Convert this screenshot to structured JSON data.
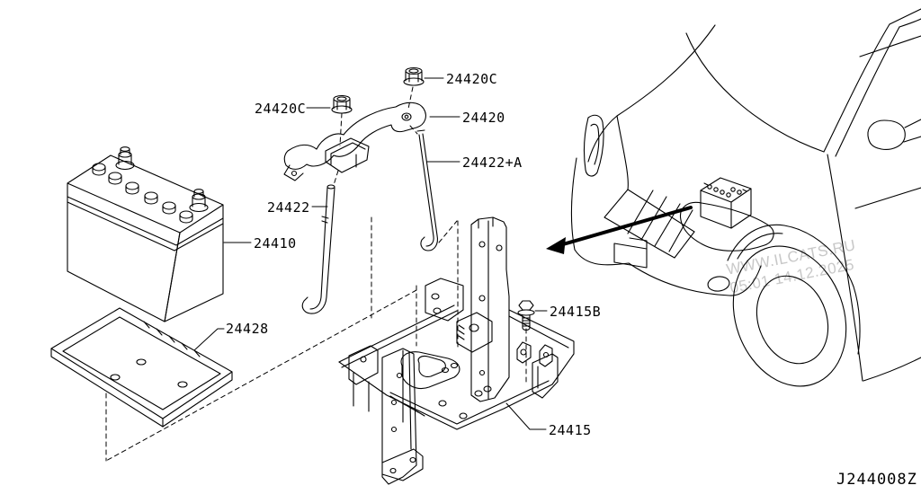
{
  "page": {
    "background_color": "#ffffff",
    "line_color": "#000000"
  },
  "diagram": {
    "code": "J244008Z",
    "watermark": {
      "line1": "WWW.ILCATS.RU",
      "line2": "05:01 14.12.2025",
      "color": "#c8c8c8"
    },
    "labels": {
      "l24420c_top": "24420C",
      "l24420c_left": "24420C",
      "l24420": "24420",
      "l24422a": "24422+A",
      "l24422": "24422",
      "l24410": "24410",
      "l24428": "24428",
      "l24415b": "24415B",
      "l24415": "24415"
    }
  }
}
